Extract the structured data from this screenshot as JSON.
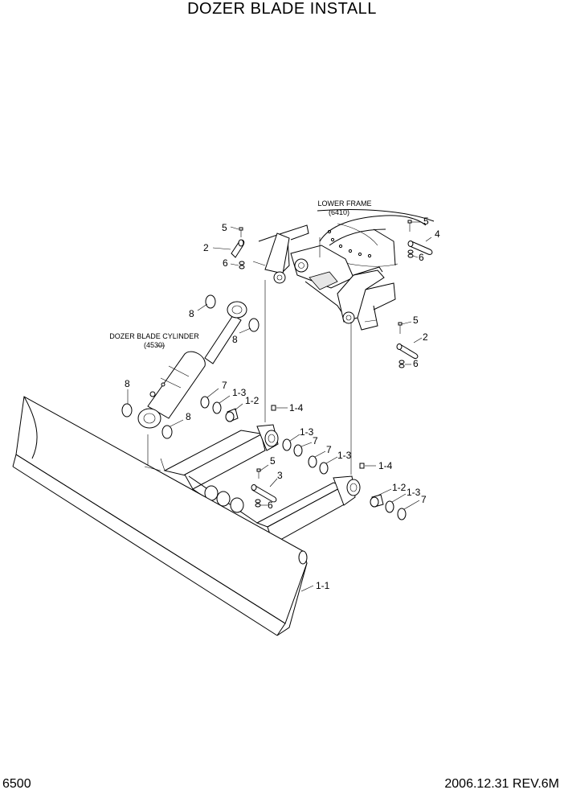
{
  "page": {
    "title": "DOZER BLADE INSTALL",
    "page_number": "6500",
    "revision": "2006.12.31  REV.6M"
  },
  "captions": {
    "lower_frame_name": "LOWER FRAME",
    "lower_frame_code": "(6410)",
    "cylinder_name": "DOZER BLADE CYLINDER",
    "cylinder_code": "(4530)"
  },
  "callouts": [
    "5",
    "2",
    "6",
    "5",
    "4",
    "6",
    "8",
    "8",
    "5",
    "2",
    "6",
    "8",
    "8",
    "7",
    "1-3",
    "1-2",
    "1-4",
    "1-3",
    "7",
    "7",
    "1-3",
    "1-4",
    "5",
    "3",
    "6",
    "1-2",
    "1-3",
    "7",
    "1-1"
  ]
}
